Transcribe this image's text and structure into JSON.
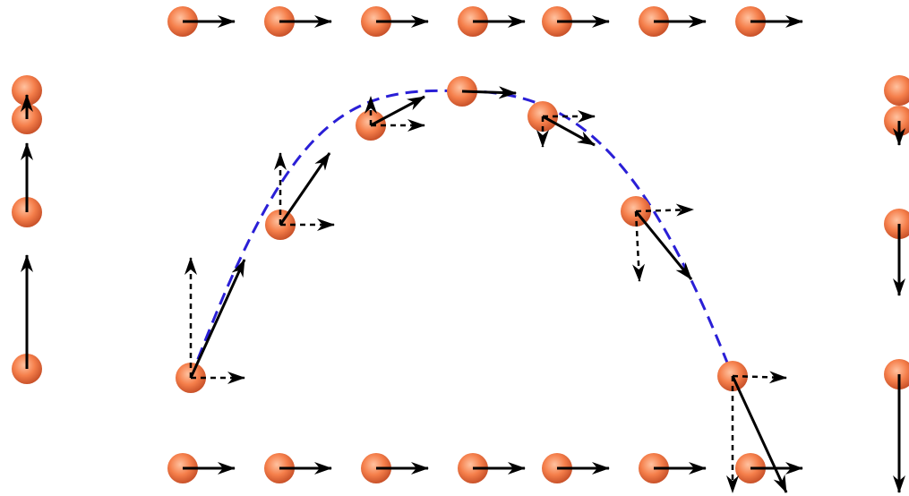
{
  "figure": {
    "title": "",
    "description_text": ""
  },
  "colors": {
    "ball_light": "#ffc2a0",
    "ball_mid": "#f57f4b",
    "ball_dark": "#c9522a",
    "arrow": "#000000",
    "trajectory": "#2a1fd6",
    "background": "#ffffff"
  },
  "icons": {
    "ball": "sphere-icon",
    "arrow": "arrow-icon"
  },
  "components": {
    "projectile": {
      "name": "",
      "points": 7
    },
    "horizontal_top": {
      "name": "",
      "points": 7
    },
    "horizontal_bottom": {
      "name": "",
      "points": 7
    },
    "vertical_left": {
      "name": "",
      "points": 4
    },
    "vertical_right": {
      "name": "",
      "points": 4
    }
  }
}
